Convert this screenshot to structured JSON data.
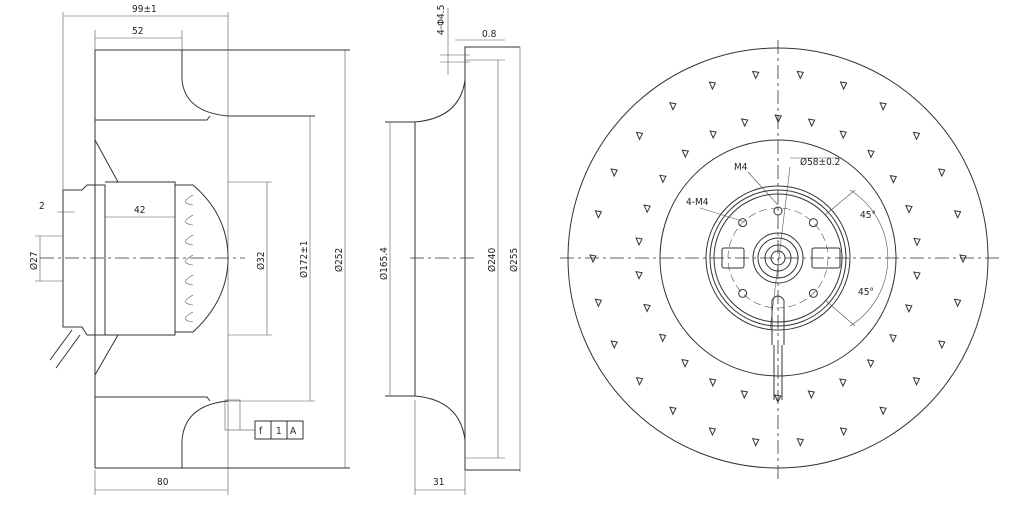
{
  "side_view": {
    "overall_depth": "99±1",
    "inlet_depth": "52",
    "motor_length": "42",
    "flange_offset": "2",
    "hub_diameter": "Ø27",
    "motor_diameter": "Ø32",
    "inner_diameter": "Ø172±1",
    "outer_diameter": "Ø252",
    "impeller_width": "80",
    "tolerance": [
      "f",
      "1",
      "A"
    ]
  },
  "ring_view": {
    "holes": "4-Φ4.5",
    "thickness": "0.8",
    "inner_diameter": "Ø165.4",
    "bolt_circle": "Ø240",
    "outer_diameter": "Ø255",
    "depth": "31"
  },
  "front_view": {
    "screw": "M4",
    "screws": "4-M4",
    "pilot": "Ø58±0.2",
    "angle_top": "45°",
    "angle_bottom": "45°"
  }
}
